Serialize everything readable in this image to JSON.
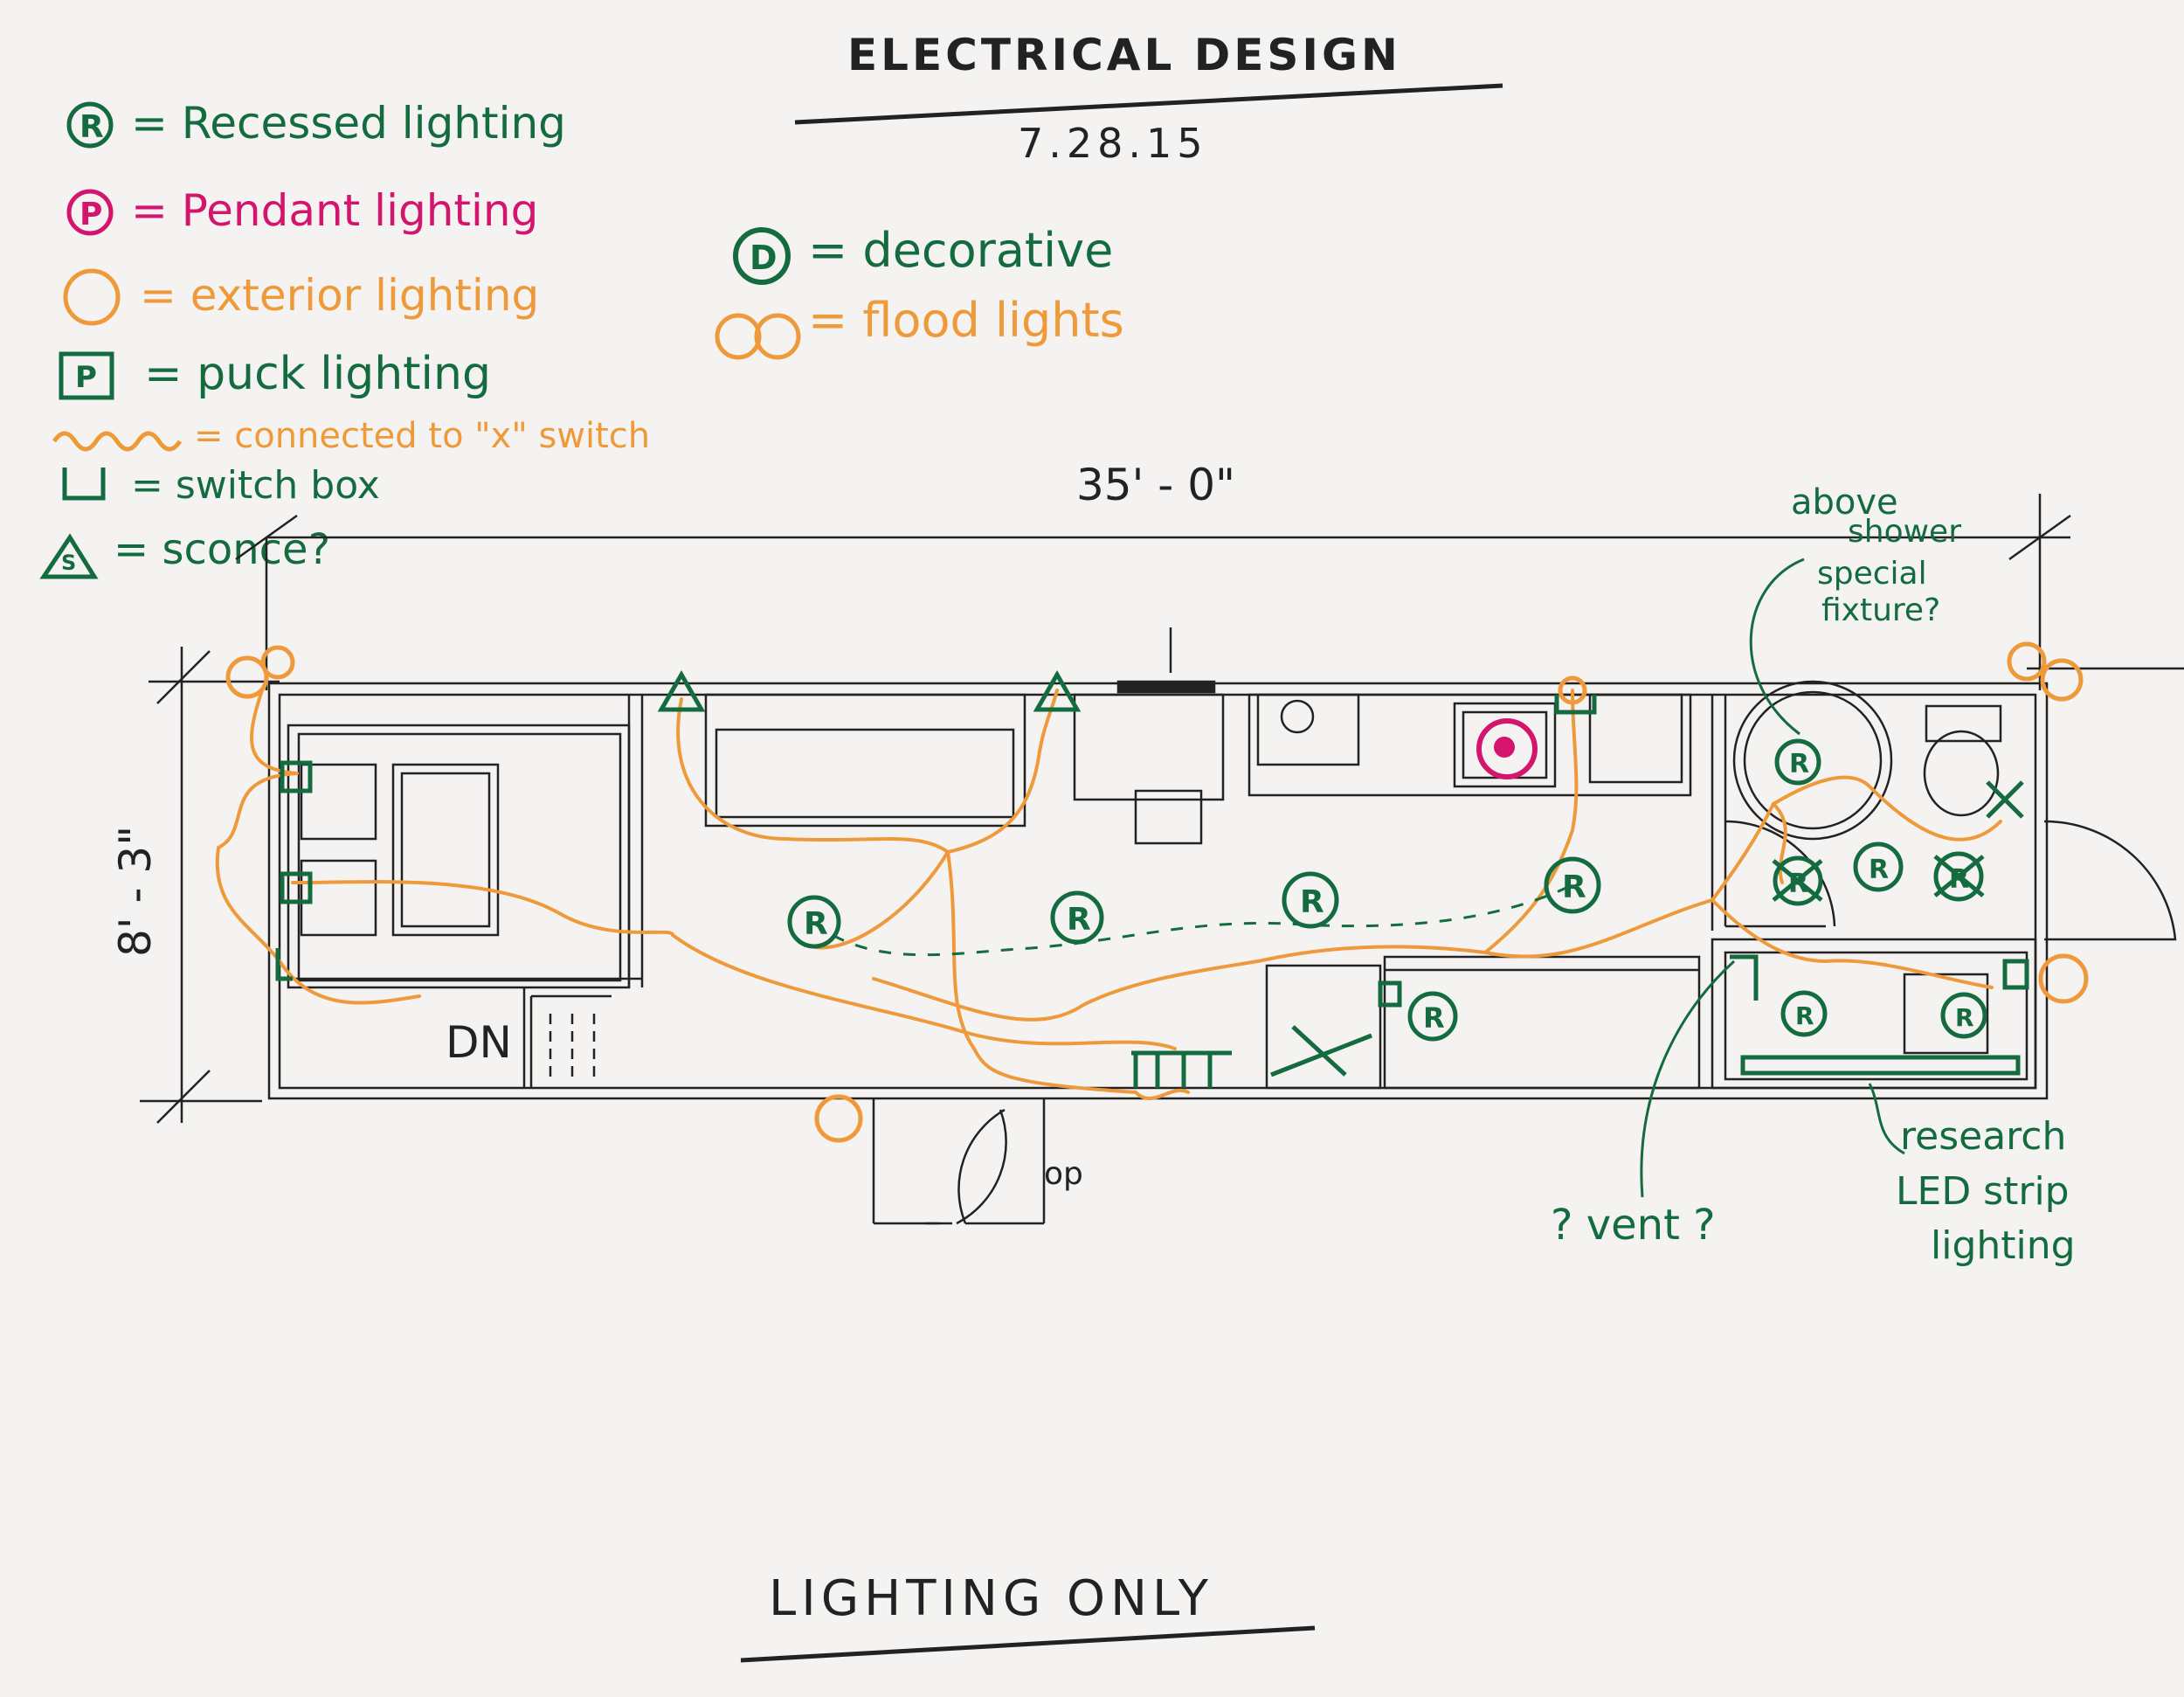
{
  "title": "ELECTRICAL DESIGN",
  "date": "7.28.15",
  "footer": "LIGHTING ONLY",
  "colors": {
    "green": "#146b3f",
    "magenta": "#d4156e",
    "orange": "#ee9a3a",
    "ink": "#222222",
    "paper": "#f4f3f1"
  },
  "legend": [
    {
      "symbol": "R",
      "shape": "circle-letter",
      "color": "#146b3f",
      "text": "= Recessed lighting"
    },
    {
      "symbol": "P",
      "shape": "circle-letter",
      "color": "#d4156e",
      "text": "= Pendant lighting"
    },
    {
      "symbol": "",
      "shape": "circle",
      "color": "#ee9a3a",
      "text": "= exterior lighting"
    },
    {
      "symbol": "P",
      "shape": "square-letter",
      "color": "#146b3f",
      "text": "= puck lighting"
    },
    {
      "symbol": "",
      "shape": "squiggle",
      "color": "#ee9a3a",
      "text": "= connected to \"x\" switch"
    },
    {
      "symbol": "",
      "shape": "switch-box",
      "color": "#146b3f",
      "text": "= switch box"
    },
    {
      "symbol": "S",
      "shape": "triangle-letter",
      "color": "#146b3f",
      "text": "= sconce?"
    },
    {
      "symbol": "D",
      "shape": "circle-letter",
      "color": "#146b3f",
      "text": "= decorative"
    },
    {
      "symbol": "",
      "shape": "double-circle",
      "color": "#ee9a3a",
      "text": "= flood lights"
    }
  ],
  "dimensions": {
    "length": "35' - 0\"",
    "width": "8' - 3\""
  },
  "plan_labels": {
    "stairs": "DN",
    "door": "op"
  },
  "notes": {
    "shower": [
      "above",
      "shower",
      "special",
      "fixture?"
    ],
    "vent": "? vent ?",
    "led": [
      "research",
      "LED strip",
      "lighting"
    ]
  },
  "fixture_letter": "R"
}
